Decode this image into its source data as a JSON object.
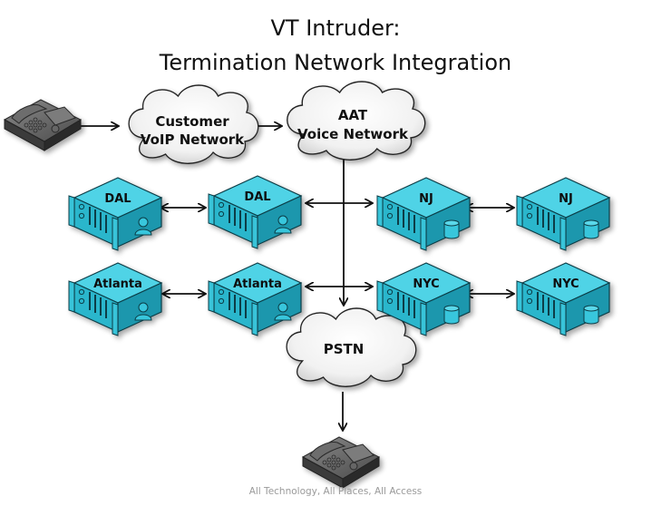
{
  "slide": {
    "title_line1": "VT Intruder:",
    "title_line2": "Termination Network Integration",
    "footer": "All Technology, All Places, All Access"
  },
  "colors": {
    "server_top": "#4fd3e6",
    "server_front": "#2bb6cc",
    "server_side": "#1a97ad",
    "outline": "#0b3d46",
    "cloud_fill": "#f2f2f2",
    "arrow": "#111111",
    "phone": "#5a5a5a"
  },
  "clouds": [
    {
      "id": "customer-voip",
      "line1": "Customer",
      "line2": "VoIP Network"
    },
    {
      "id": "aat-voice",
      "line1": "AAT",
      "line2": "Voice Network"
    },
    {
      "id": "pstn",
      "line1": "PSTN",
      "line2": ""
    }
  ],
  "servers": [
    {
      "id": "dal-1",
      "label": "DAL",
      "badge": "user-icon"
    },
    {
      "id": "dal-2",
      "label": "DAL",
      "badge": "user-icon"
    },
    {
      "id": "nj-1",
      "label": "NJ",
      "badge": "database-icon"
    },
    {
      "id": "nj-2",
      "label": "NJ",
      "badge": "database-icon"
    },
    {
      "id": "atlanta-1",
      "label": "Atlanta",
      "badge": "user-icon"
    },
    {
      "id": "atlanta-2",
      "label": "Atlanta",
      "badge": "user-icon"
    },
    {
      "id": "nyc-1",
      "label": "NYC",
      "badge": "database-icon"
    },
    {
      "id": "nyc-2",
      "label": "NYC",
      "badge": "database-icon"
    }
  ],
  "phones": [
    {
      "id": "caller-phone",
      "icon": "ip-phone-icon"
    },
    {
      "id": "callee-phone",
      "icon": "ip-phone-icon"
    }
  ],
  "connections": [
    {
      "from": "caller-phone",
      "to": "customer-voip",
      "type": "one-way"
    },
    {
      "from": "customer-voip",
      "to": "aat-voice",
      "type": "one-way"
    },
    {
      "from": "aat-voice",
      "to": "pstn",
      "type": "one-way"
    },
    {
      "from": "dal-1",
      "to": "dal-2",
      "type": "two-way"
    },
    {
      "from": "atlanta-1",
      "to": "atlanta-2",
      "type": "two-way"
    },
    {
      "from": "nj-1",
      "to": "nj-2",
      "type": "two-way"
    },
    {
      "from": "nyc-1",
      "to": "nyc-2",
      "type": "two-way"
    },
    {
      "from": "dal-2",
      "to": "nj-1",
      "type": "two-way"
    },
    {
      "from": "atlanta-2",
      "to": "nyc-1",
      "type": "two-way"
    },
    {
      "from": "pstn",
      "to": "callee-phone",
      "type": "one-way"
    }
  ]
}
